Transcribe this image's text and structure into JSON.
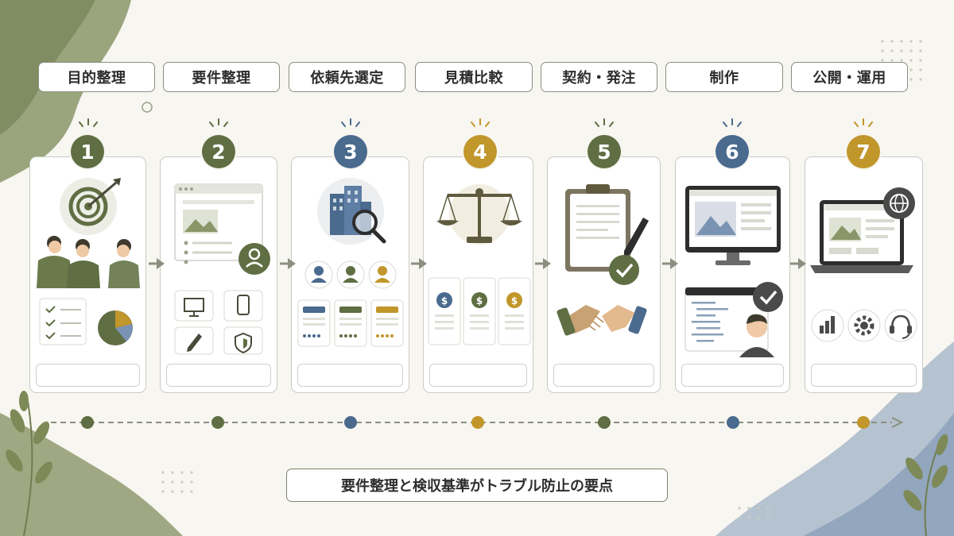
{
  "colors": {
    "olive": "#5f6e43",
    "blue": "#4a6a8e",
    "gold": "#c1962a",
    "background": "#f8f6f0"
  },
  "steps": [
    {
      "number": "1",
      "label": "目的整理",
      "color": "#5f6e43",
      "illustration": "target-team-icon"
    },
    {
      "number": "2",
      "label": "要件整理",
      "color": "#5f6e43",
      "illustration": "wireframe-devices-icon"
    },
    {
      "number": "3",
      "label": "依頼先選定",
      "color": "#4a6a8e",
      "illustration": "building-search-icon"
    },
    {
      "number": "4",
      "label": "見積比較",
      "color": "#c1962a",
      "illustration": "scale-quotes-icon"
    },
    {
      "number": "5",
      "label": "契約・発注",
      "color": "#5f6e43",
      "illustration": "clipboard-handshake-icon"
    },
    {
      "number": "6",
      "label": "制作",
      "color": "#4a6a8e",
      "illustration": "monitor-code-icon"
    },
    {
      "number": "7",
      "label": "公開・運用",
      "color": "#c1962a",
      "illustration": "laptop-globe-icon"
    }
  ],
  "summary": "要件整理と検収基準がトラブル防止の要点"
}
